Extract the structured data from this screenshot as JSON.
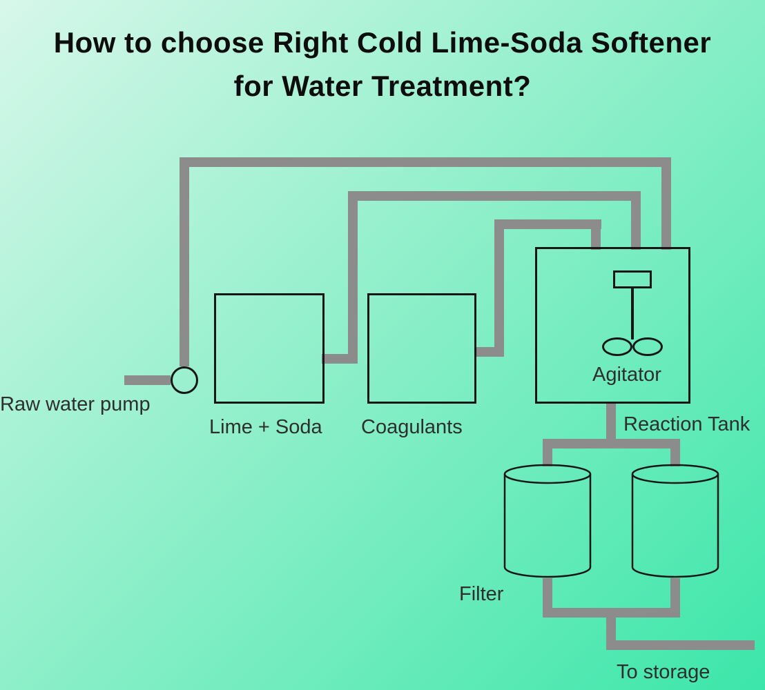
{
  "title": {
    "line1": "How to choose Right Cold Lime-Soda Softener",
    "line2": "for Water Treatment?"
  },
  "labels": {
    "raw_water_pump": "Raw water pump",
    "lime_soda": "Lime + Soda",
    "coagulants": "Coagulants",
    "agitator": "Agitator",
    "reaction_tank": "Reaction Tank",
    "filter": "Filter",
    "to_storage": "To storage"
  },
  "colors": {
    "bg_start": "#d7f7ea",
    "bg_mid": "#8defc9",
    "bg_end": "#3ce6aa",
    "pipe": "#8c8c8c",
    "outline": "#161616",
    "title_text": "#0d0d0d",
    "label_text": "#2e2e2e"
  }
}
